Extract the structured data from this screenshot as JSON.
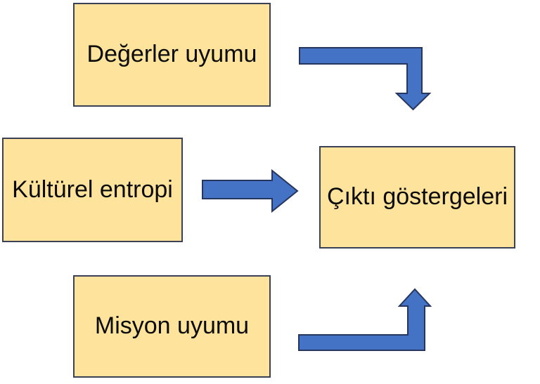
{
  "diagram": {
    "nodes": [
      {
        "id": "degerler-uyumu",
        "label": "Değerler uyumu"
      },
      {
        "id": "kulturel-entropi",
        "label": "Kültürel entropi"
      },
      {
        "id": "misyon-uyumu",
        "label": "Misyon uyumu"
      },
      {
        "id": "cikti-gostergeleri",
        "label": "Çıktı göstergeleri"
      }
    ],
    "connectors": [
      {
        "from": "Değerler uyumu",
        "to": "Çıktı göstergeleri",
        "style": "bent-arrow-right-then-down"
      },
      {
        "from": "Kültürel entropi",
        "to": "Çıktı göstergeleri",
        "style": "straight-arrow-right"
      },
      {
        "from": "Misyon uyumu",
        "to": "Çıktı göstergeleri",
        "style": "bent-arrow-right-then-up"
      }
    ],
    "colors": {
      "node_fill": "#FDE39B",
      "node_border": "#3A4157",
      "arrow_fill": "#4472C4",
      "arrow_border": "#26365E",
      "text": "#0B0B0B",
      "background": "#FFFFFF"
    }
  }
}
